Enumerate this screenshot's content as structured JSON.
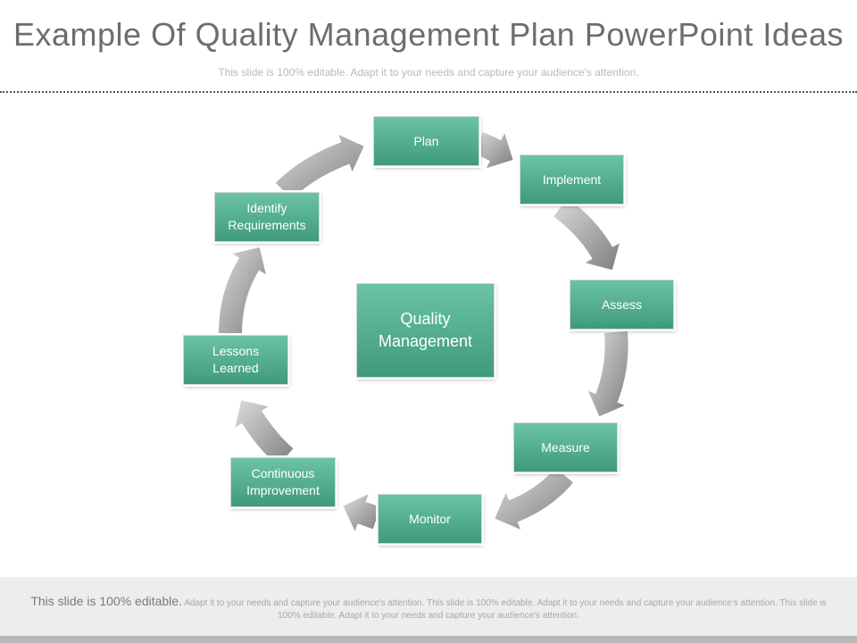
{
  "slide": {
    "title": "Example Of Quality Management Plan PowerPoint Ideas",
    "subtitle": "This slide is 100% editable. Adapt it to your needs and capture your audience's attention."
  },
  "diagram": {
    "center": "Quality\nManagement",
    "nodes": [
      {
        "id": "plan",
        "label": "Plan"
      },
      {
        "id": "implement",
        "label": "Implement"
      },
      {
        "id": "assess",
        "label": "Assess"
      },
      {
        "id": "measure",
        "label": "Measure"
      },
      {
        "id": "monitor",
        "label": "Monitor"
      },
      {
        "id": "continuous-improvement",
        "label": "Continuous\nImprovement"
      },
      {
        "id": "lessons-learned",
        "label": "Lessons\nLearned"
      },
      {
        "id": "identify-requirements",
        "label": "Identify\nRequirements"
      }
    ],
    "edges": [
      {
        "from": "plan",
        "to": "implement"
      },
      {
        "from": "implement",
        "to": "assess"
      },
      {
        "from": "assess",
        "to": "measure"
      },
      {
        "from": "measure",
        "to": "monitor"
      },
      {
        "from": "monitor",
        "to": "continuous-improvement"
      },
      {
        "from": "continuous-improvement",
        "to": "lessons-learned"
      },
      {
        "from": "lessons-learned",
        "to": "identify-requirements"
      },
      {
        "from": "identify-requirements",
        "to": "plan"
      }
    ]
  },
  "footer": {
    "lead": "This slide is 100% editable.",
    "text": "Adapt it to your needs and capture your audience's attention. This slide is 100% editable. Adapt it to your needs and capture your audience's attention. This slide is 100% editable. Adapt it to your needs and capture your audience's attention."
  },
  "colors": {
    "box_top": "#6cc3a5",
    "box_bottom": "#3f9a7b",
    "arrow": "#8f8f8f"
  }
}
